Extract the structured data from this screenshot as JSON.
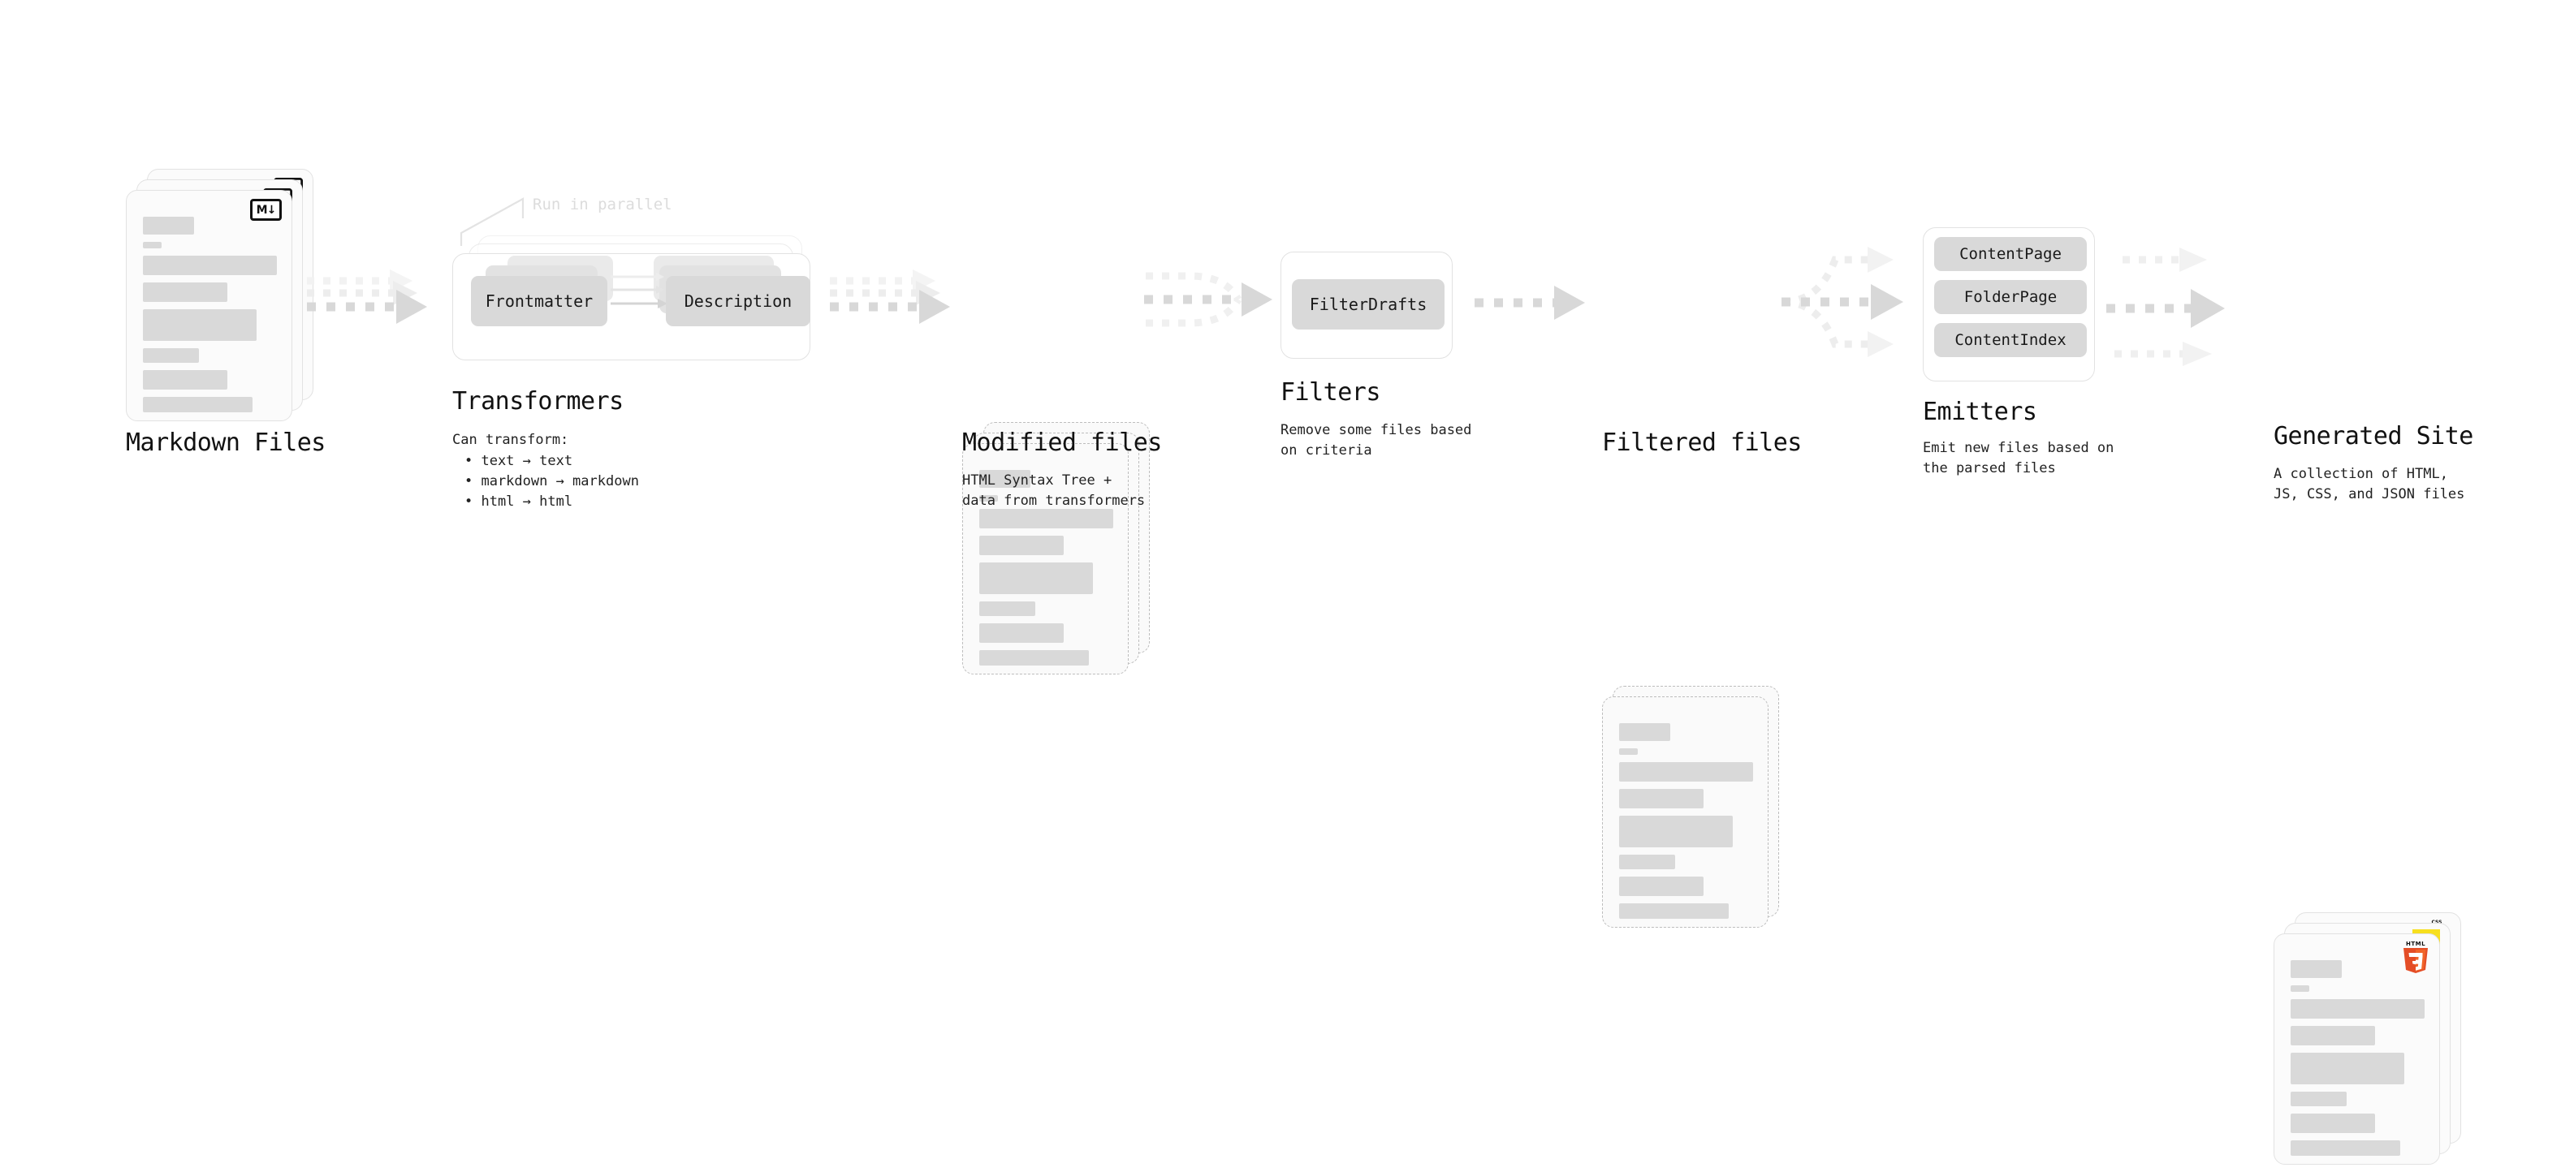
{
  "theme": {
    "bg": "#ffffff",
    "text": "#111111",
    "bar_fill": "#d9d9d9",
    "chip_fill": "#d9d9d9",
    "border": "#e2e2e2",
    "dashed_border": "#bdbdbd",
    "arrow": "#d8d8d8",
    "arrow_faint": "#efefef",
    "muted": "#dcdcdc",
    "html5_orange": "#e44d26",
    "html5_orange_light": "#f16529",
    "css_blue": "#264de4",
    "js_yellow": "#f7df1e"
  },
  "diagram": {
    "type": "pipeline",
    "title": "",
    "stages": [
      {
        "id": "markdown-files",
        "kind": "document-stack",
        "title": "Markdown Files",
        "subtitle": "",
        "badge": "markdown-badge",
        "badge_label": "M↓",
        "card_count": 3,
        "card_style": "solid"
      },
      {
        "id": "transformers",
        "kind": "plugin-box",
        "title": "Transformers",
        "subtitle": "Can transform:",
        "note": "Run in parallel",
        "bullets": [
          "• text → text",
          "• markdown → markdown",
          "• html → html"
        ],
        "chips": [
          "Frontmatter",
          "Description"
        ],
        "layer_count": 3
      },
      {
        "id": "modified-files",
        "kind": "document-stack",
        "title": "Modified files",
        "subtitle": "HTML Syntax Tree +\ndata from transformers",
        "card_count": 3,
        "card_style": "dashed"
      },
      {
        "id": "filters",
        "kind": "plugin-box",
        "title": "Filters",
        "subtitle": "Remove some files based\non criteria",
        "chips": [
          "FilterDrafts"
        ],
        "layer_count": 1
      },
      {
        "id": "filtered-files",
        "kind": "document-stack",
        "title": "Filtered files",
        "subtitle": "",
        "card_count": 2,
        "card_style": "dashed"
      },
      {
        "id": "emitters",
        "kind": "plugin-box",
        "title": "Emitters",
        "subtitle": "Emit new files based on\nthe parsed files",
        "chips": [
          "ContentPage",
          "FolderPage",
          "ContentIndex"
        ],
        "layer_count": 1
      },
      {
        "id": "generated-site",
        "kind": "document-stack",
        "title": "Generated Site",
        "subtitle": "A collection of HTML,\nJS, CSS, and JSON files",
        "badge": "html5-badge",
        "badge_label": "HTML",
        "badge_number": "5",
        "secondary_badges": [
          "css-badge",
          "js-badge"
        ],
        "css_badge_label": "CSS",
        "card_count": 3,
        "card_style": "solid"
      }
    ],
    "connectors": [
      {
        "id": "arrow-markdown-to-transformers",
        "style": "parallel-3",
        "from": "markdown-files",
        "to": "transformers"
      },
      {
        "id": "arrow-transformers-to-modified",
        "style": "parallel-3",
        "from": "transformers",
        "to": "modified-files"
      },
      {
        "id": "arrow-modified-to-filters",
        "style": "fan-in-3",
        "from": "modified-files",
        "to": "filters"
      },
      {
        "id": "arrow-filters-to-filtered",
        "style": "single",
        "from": "filters",
        "to": "filtered-files"
      },
      {
        "id": "arrow-filtered-to-emitters",
        "style": "fan-out-3",
        "from": "filtered-files",
        "to": "emitters"
      },
      {
        "id": "arrow-emitters-to-site",
        "style": "parallel-3",
        "from": "emitters",
        "to": "generated-site"
      }
    ]
  }
}
